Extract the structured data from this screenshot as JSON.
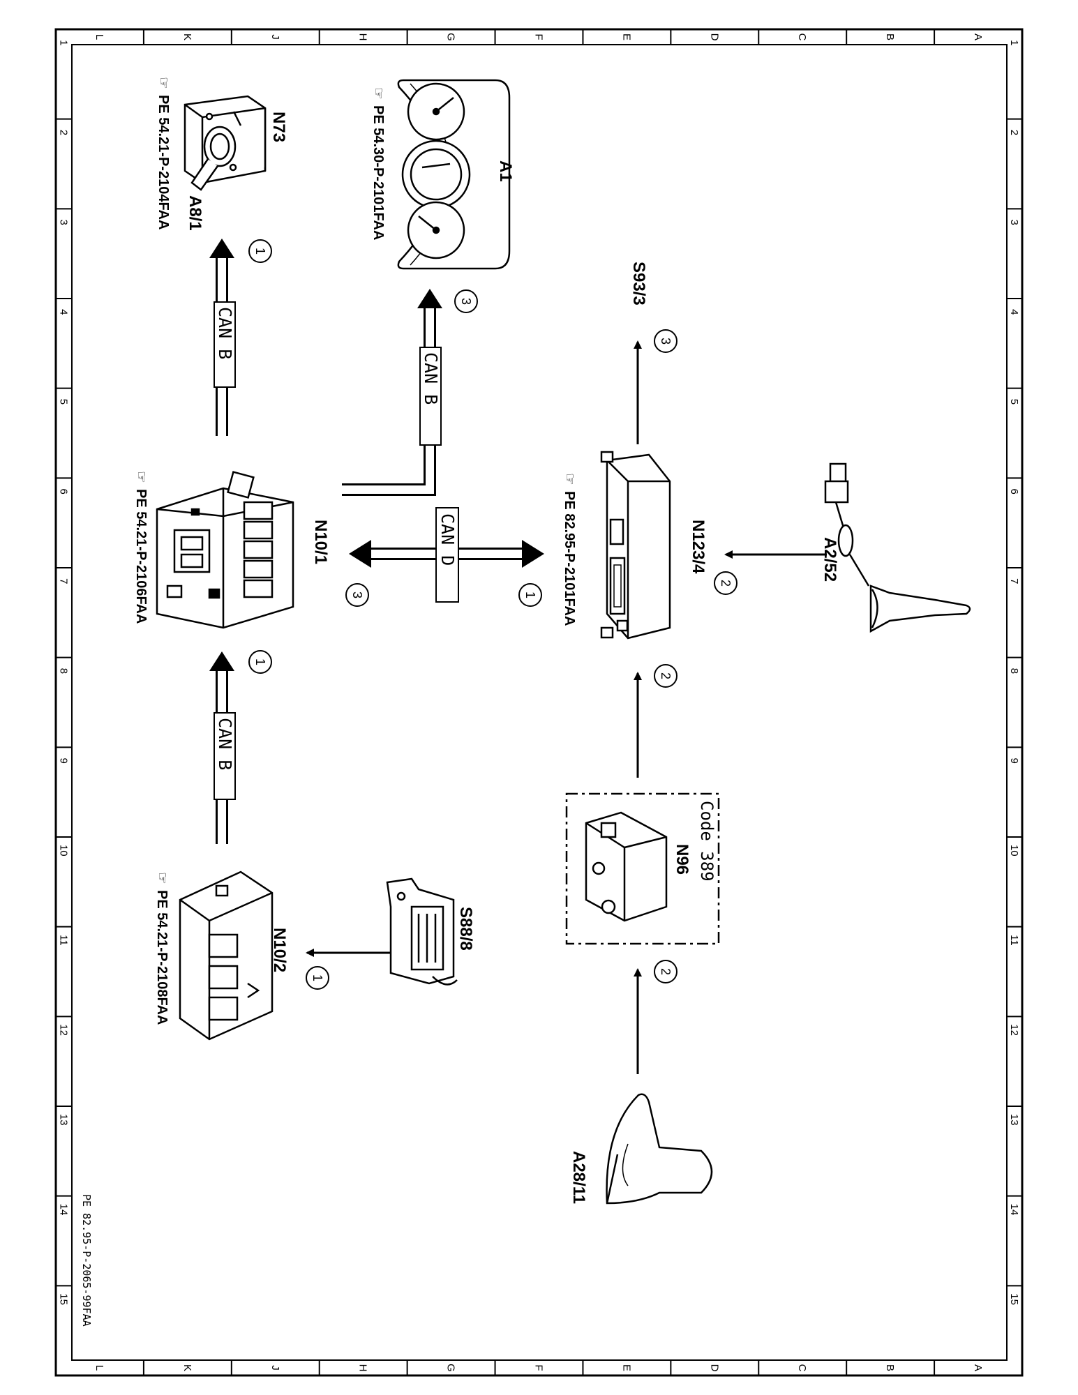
{
  "frame": {
    "col_letters": [
      "L",
      "K",
      "J",
      "H",
      "G",
      "F",
      "E",
      "D",
      "C",
      "B",
      "A"
    ],
    "row_numbers": [
      "1",
      "2",
      "3",
      "4",
      "5",
      "6",
      "7",
      "8",
      "9",
      "10",
      "11",
      "12",
      "13",
      "14",
      "15"
    ]
  },
  "document_ref": "PE 82.95-P-2065-99FAA",
  "components": {
    "n73": {
      "label": "N73",
      "sublabel": "A8/1",
      "ref": "PE  54.21-P-2104FAA"
    },
    "a1": {
      "label": "A1",
      "ref": "PE  54.30-P-2101FAA"
    },
    "n10_1": {
      "label": "N10/1",
      "ref": "PE  54.21-P-2106FAA"
    },
    "n10_2": {
      "label": "N10/2",
      "ref": "PE  54.21-P-2108FAA"
    },
    "s88_8": {
      "label": "S88/8"
    },
    "n123_4": {
      "label": "N123/4",
      "ref": "PE  82.95-P-2101FAA"
    },
    "s93_3": {
      "label": "S93/3"
    },
    "a2_52": {
      "label": "A2/52"
    },
    "n96": {
      "label": "N96",
      "code": "Code 389"
    },
    "a28_11": {
      "label": "A28/11"
    }
  },
  "buses": {
    "can_b": "CAN B",
    "can_d": "CAN D"
  },
  "step_markers": [
    "1",
    "2",
    "3"
  ]
}
